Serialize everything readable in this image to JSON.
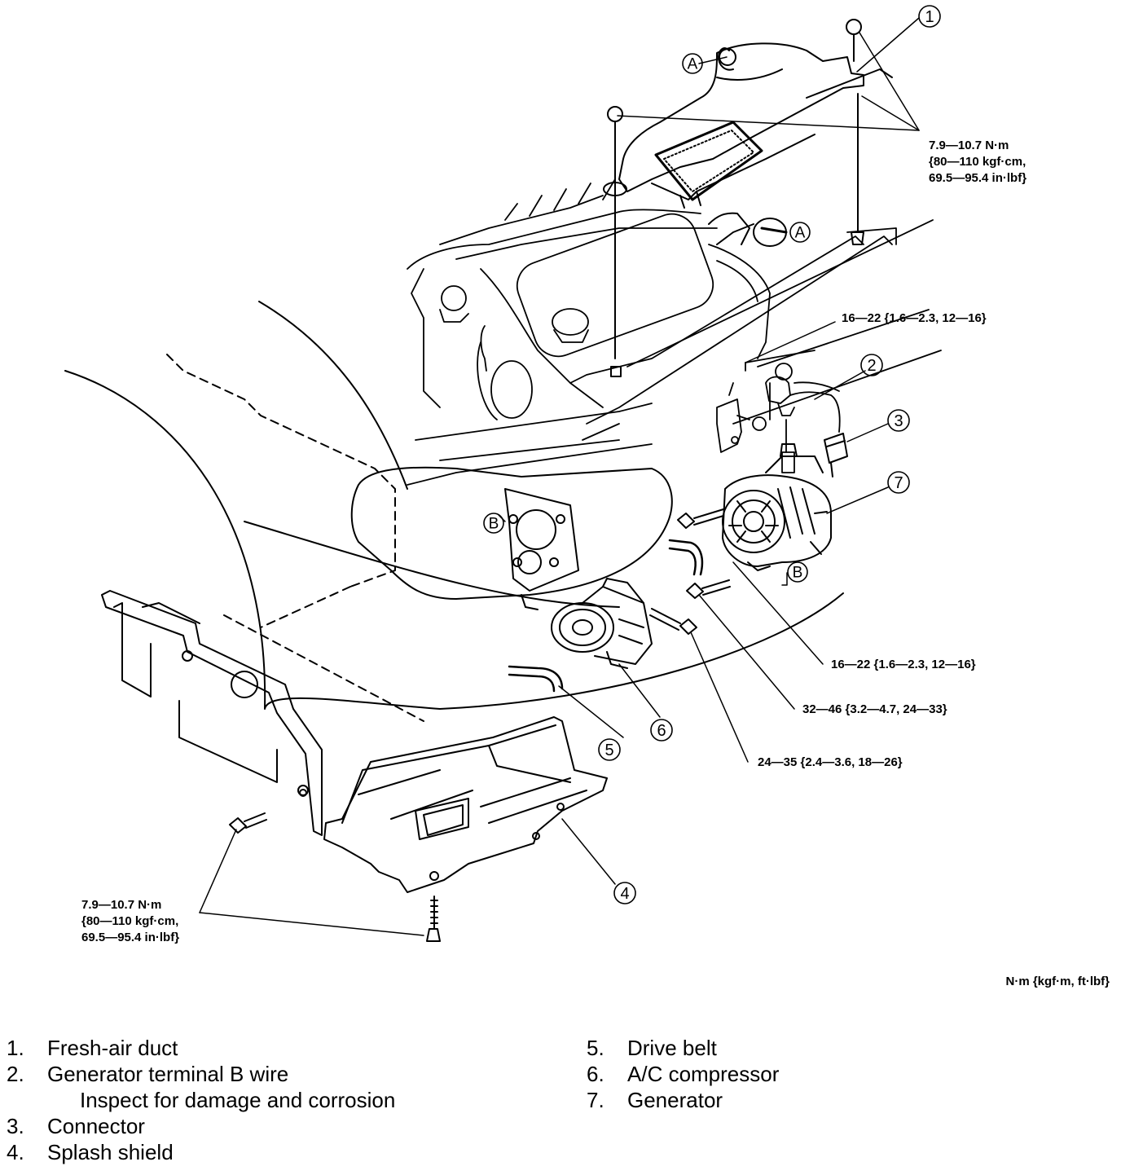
{
  "torque_specs": {
    "duct_nuts": [
      "7.9—10.7 N·m",
      "{80—110 kgf·cm,",
      "69.5—95.4 in·lbf}"
    ],
    "bracket_bolt_top": "16—22 {1.6—2.3, 12—16}",
    "generator_bolt_upper": "16—22 {1.6—2.3, 12—16}",
    "generator_bolt_lower": "32—46 {3.2—4.7, 24—33}",
    "compressor_bolt": "24—35 {2.4—3.6, 18—26}",
    "shield_bolts": [
      "7.9—10.7 N·m",
      "{80—110 kgf·cm,",
      "69.5—95.4 in·lbf}"
    ]
  },
  "units_note": "N·m {kgf·m, ft·lbf}",
  "callouts": {
    "c1": "1",
    "c2": "2",
    "c3": "3",
    "c4": "4",
    "c5": "5",
    "c6": "6",
    "c7": "7",
    "ref_a": "A",
    "ref_b": "B"
  },
  "legend": {
    "left": [
      {
        "num": "1.",
        "label": "Fresh-air duct"
      },
      {
        "num": "2.",
        "label": "Generator terminal B wire",
        "note": "Inspect for damage and corrosion"
      },
      {
        "num": "3.",
        "label": "Connector"
      },
      {
        "num": "4.",
        "label": "Splash shield"
      }
    ],
    "right": [
      {
        "num": "5.",
        "label": "Drive belt"
      },
      {
        "num": "6.",
        "label": "A/C compressor"
      },
      {
        "num": "7.",
        "label": "Generator"
      }
    ]
  }
}
